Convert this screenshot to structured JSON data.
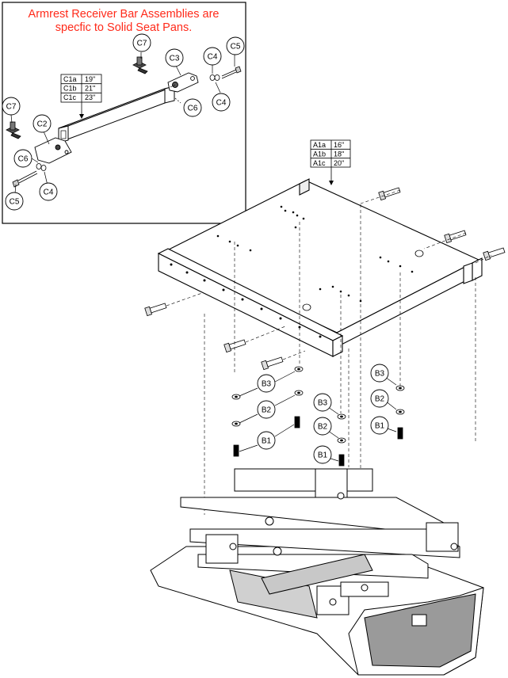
{
  "note": {
    "line1": "Armrest Receiver Bar Assemblies are",
    "line2": "specfic to Solid Seat Pans.",
    "color": "#ff2a1a"
  },
  "table_c": {
    "rows": [
      {
        "id": "C1a",
        "size": "19\""
      },
      {
        "id": "C1b",
        "size": "21\""
      },
      {
        "id": "C1c",
        "size": "23\""
      }
    ]
  },
  "table_a": {
    "rows": [
      {
        "id": "A1a",
        "size": "16\""
      },
      {
        "id": "A1b",
        "size": "18\""
      },
      {
        "id": "A1c",
        "size": "20\""
      }
    ]
  },
  "callouts": {
    "c7_top": "C7",
    "c3": "C3",
    "c4_top": "C4",
    "c5_top": "C5",
    "c6_right": "C6",
    "c4_right": "C4",
    "c7_left": "C7",
    "c2": "C2",
    "c6_left": "C6",
    "c4_left": "C4",
    "c5_left": "C5",
    "b3_mid": "B3",
    "b2_mid": "B2",
    "b1_mid": "B1",
    "b3_center": "B3",
    "b2_center": "B2",
    "b1_center": "B1",
    "b3_right": "B3",
    "b2_right": "B2",
    "b1_right": "B1"
  }
}
